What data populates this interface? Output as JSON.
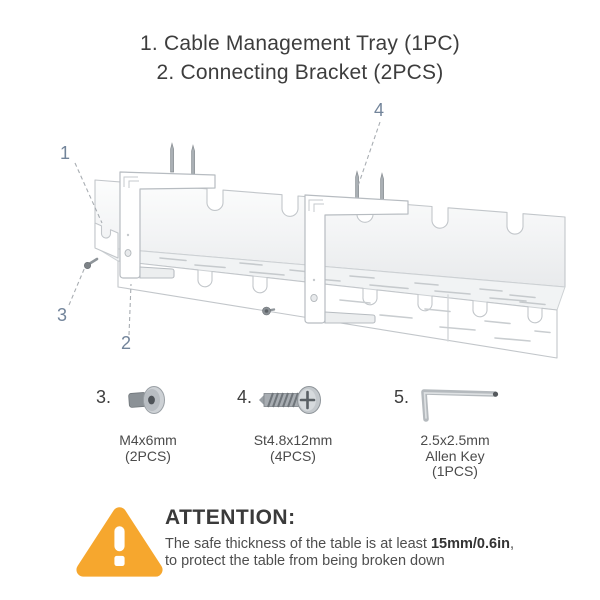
{
  "header": {
    "line1": "1. Cable Management Tray (1PC)",
    "line2": "2. Connecting Bracket (2PCS)"
  },
  "diagram": {
    "description": "exploded view of cable management tray with two connecting brackets and mounting screws",
    "callouts": [
      {
        "label": "1",
        "target": "cable-tray"
      },
      {
        "label": "2",
        "target": "connecting-bracket-left"
      },
      {
        "label": "3",
        "target": "flat-socket-screw"
      },
      {
        "label": "4",
        "target": "tapping-screw-on-bracket"
      }
    ]
  },
  "hardware": {
    "items": [
      {
        "number": "3.",
        "icon": "flat-socket-screw-icon",
        "lines": [
          "M4x6mm",
          "(2PCS)"
        ]
      },
      {
        "number": "4.",
        "icon": "self-tapping-screw-icon",
        "lines": [
          "St4.8x12mm",
          "(4PCS)"
        ]
      },
      {
        "number": "5.",
        "icon": "allen-key-icon",
        "lines": [
          "2.5x2.5mm",
          "Allen Key",
          "(1PCS)"
        ]
      }
    ]
  },
  "attention": {
    "icon": "warning-triangle-icon",
    "accent_color": "#F6A72E",
    "heading": "ATTENTION:",
    "body_prefix": "The safe thickness of the table is at least ",
    "body_bold": "15mm/0.6in",
    "body_suffix": ",",
    "body_line2": "to protect the table from being broken down"
  },
  "colors": {
    "text_dark": "#3d3d3d",
    "callout": "#72849a",
    "metal_stroke": "#bfc4c8",
    "warning_orange": "#F6A72E"
  }
}
